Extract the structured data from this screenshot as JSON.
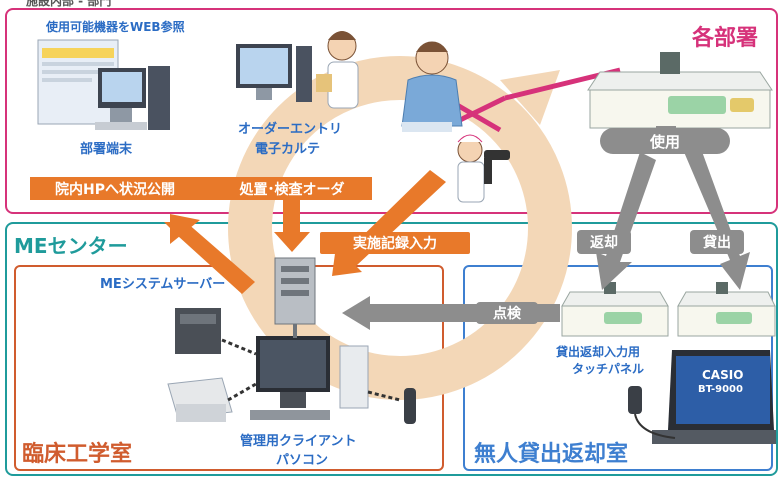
{
  "top_caption": "施設内部 - 部門",
  "sections": {
    "departments": "各部署",
    "me_center": "MEセンター",
    "clinical_eng": "臨床工学室",
    "unmanned": "無人貸出返却室"
  },
  "labels": {
    "web_view": "使用可能機器をWEB参照",
    "dept_terminal": "部署端末",
    "order_entry": "オーダーエントリ",
    "emr": "電子カルテ",
    "me_server": "MEシステムサーバー",
    "admin_client_1": "管理用クライアント",
    "admin_client_2": "パソコン",
    "touch_panel_1": "貸出返却入力用",
    "touch_panel_2": "タッチパネル",
    "casio": "CASIO",
    "model": "BT-9000"
  },
  "arrows": {
    "status_publish": "院内HPへ状況公開",
    "treatment_order": "処置･検査オーダ",
    "record_input": "実施記録入力",
    "use": "使用",
    "return": "返却",
    "lend": "貸出",
    "inspect": "点検"
  },
  "colors": {
    "magenta": "#d6327a",
    "teal": "#1f9b9b",
    "rust": "#d05c2e",
    "blue": "#3e7fd0",
    "orange": "#e8792a",
    "gray": "#8d8d8d",
    "ring": "#f3d7b7"
  }
}
